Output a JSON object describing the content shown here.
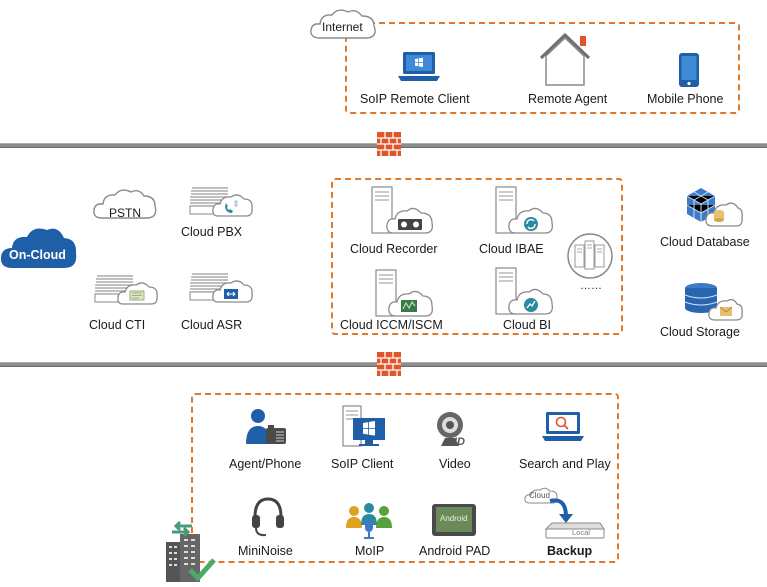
{
  "internet": {
    "label": "Internet",
    "items": {
      "soip_remote_client": "SoIP Remote Client",
      "remote_agent": "Remote Agent",
      "mobile_phone": "Mobile Phone"
    }
  },
  "on_cloud": {
    "label": "On-Cloud",
    "left": {
      "pstn": "PSTN",
      "cloud_pbx": "Cloud PBX",
      "cloud_cti": "Cloud CTI",
      "cloud_asr": "Cloud ASR"
    },
    "center": {
      "cloud_recorder": "Cloud Recorder",
      "cloud_ibae": "Cloud IBAE",
      "cloud_iccm": "Cloud ICCM/ISCM",
      "cloud_bi": "Cloud BI",
      "more": "……"
    },
    "right": {
      "cloud_database": "Cloud Database",
      "cloud_storage": "Cloud Storage"
    }
  },
  "local": {
    "items": {
      "agent_phone": "Agent/Phone",
      "soip_client": "SoIP Client",
      "video": "Video",
      "search_play": "Search and Play",
      "mininoise": "MiniNoise",
      "moip": "MoIP",
      "android_pad": "Android PAD",
      "backup": "Backup"
    },
    "icon_text": {
      "hd": "HD",
      "android": "Android",
      "cloud": "Cloud",
      "local": "Local"
    }
  },
  "colors": {
    "accent_dash": "#e07a2a",
    "brand_blue": "#1f5fa8",
    "firewall": "#e0552a",
    "rail": "#8c8c8c"
  }
}
